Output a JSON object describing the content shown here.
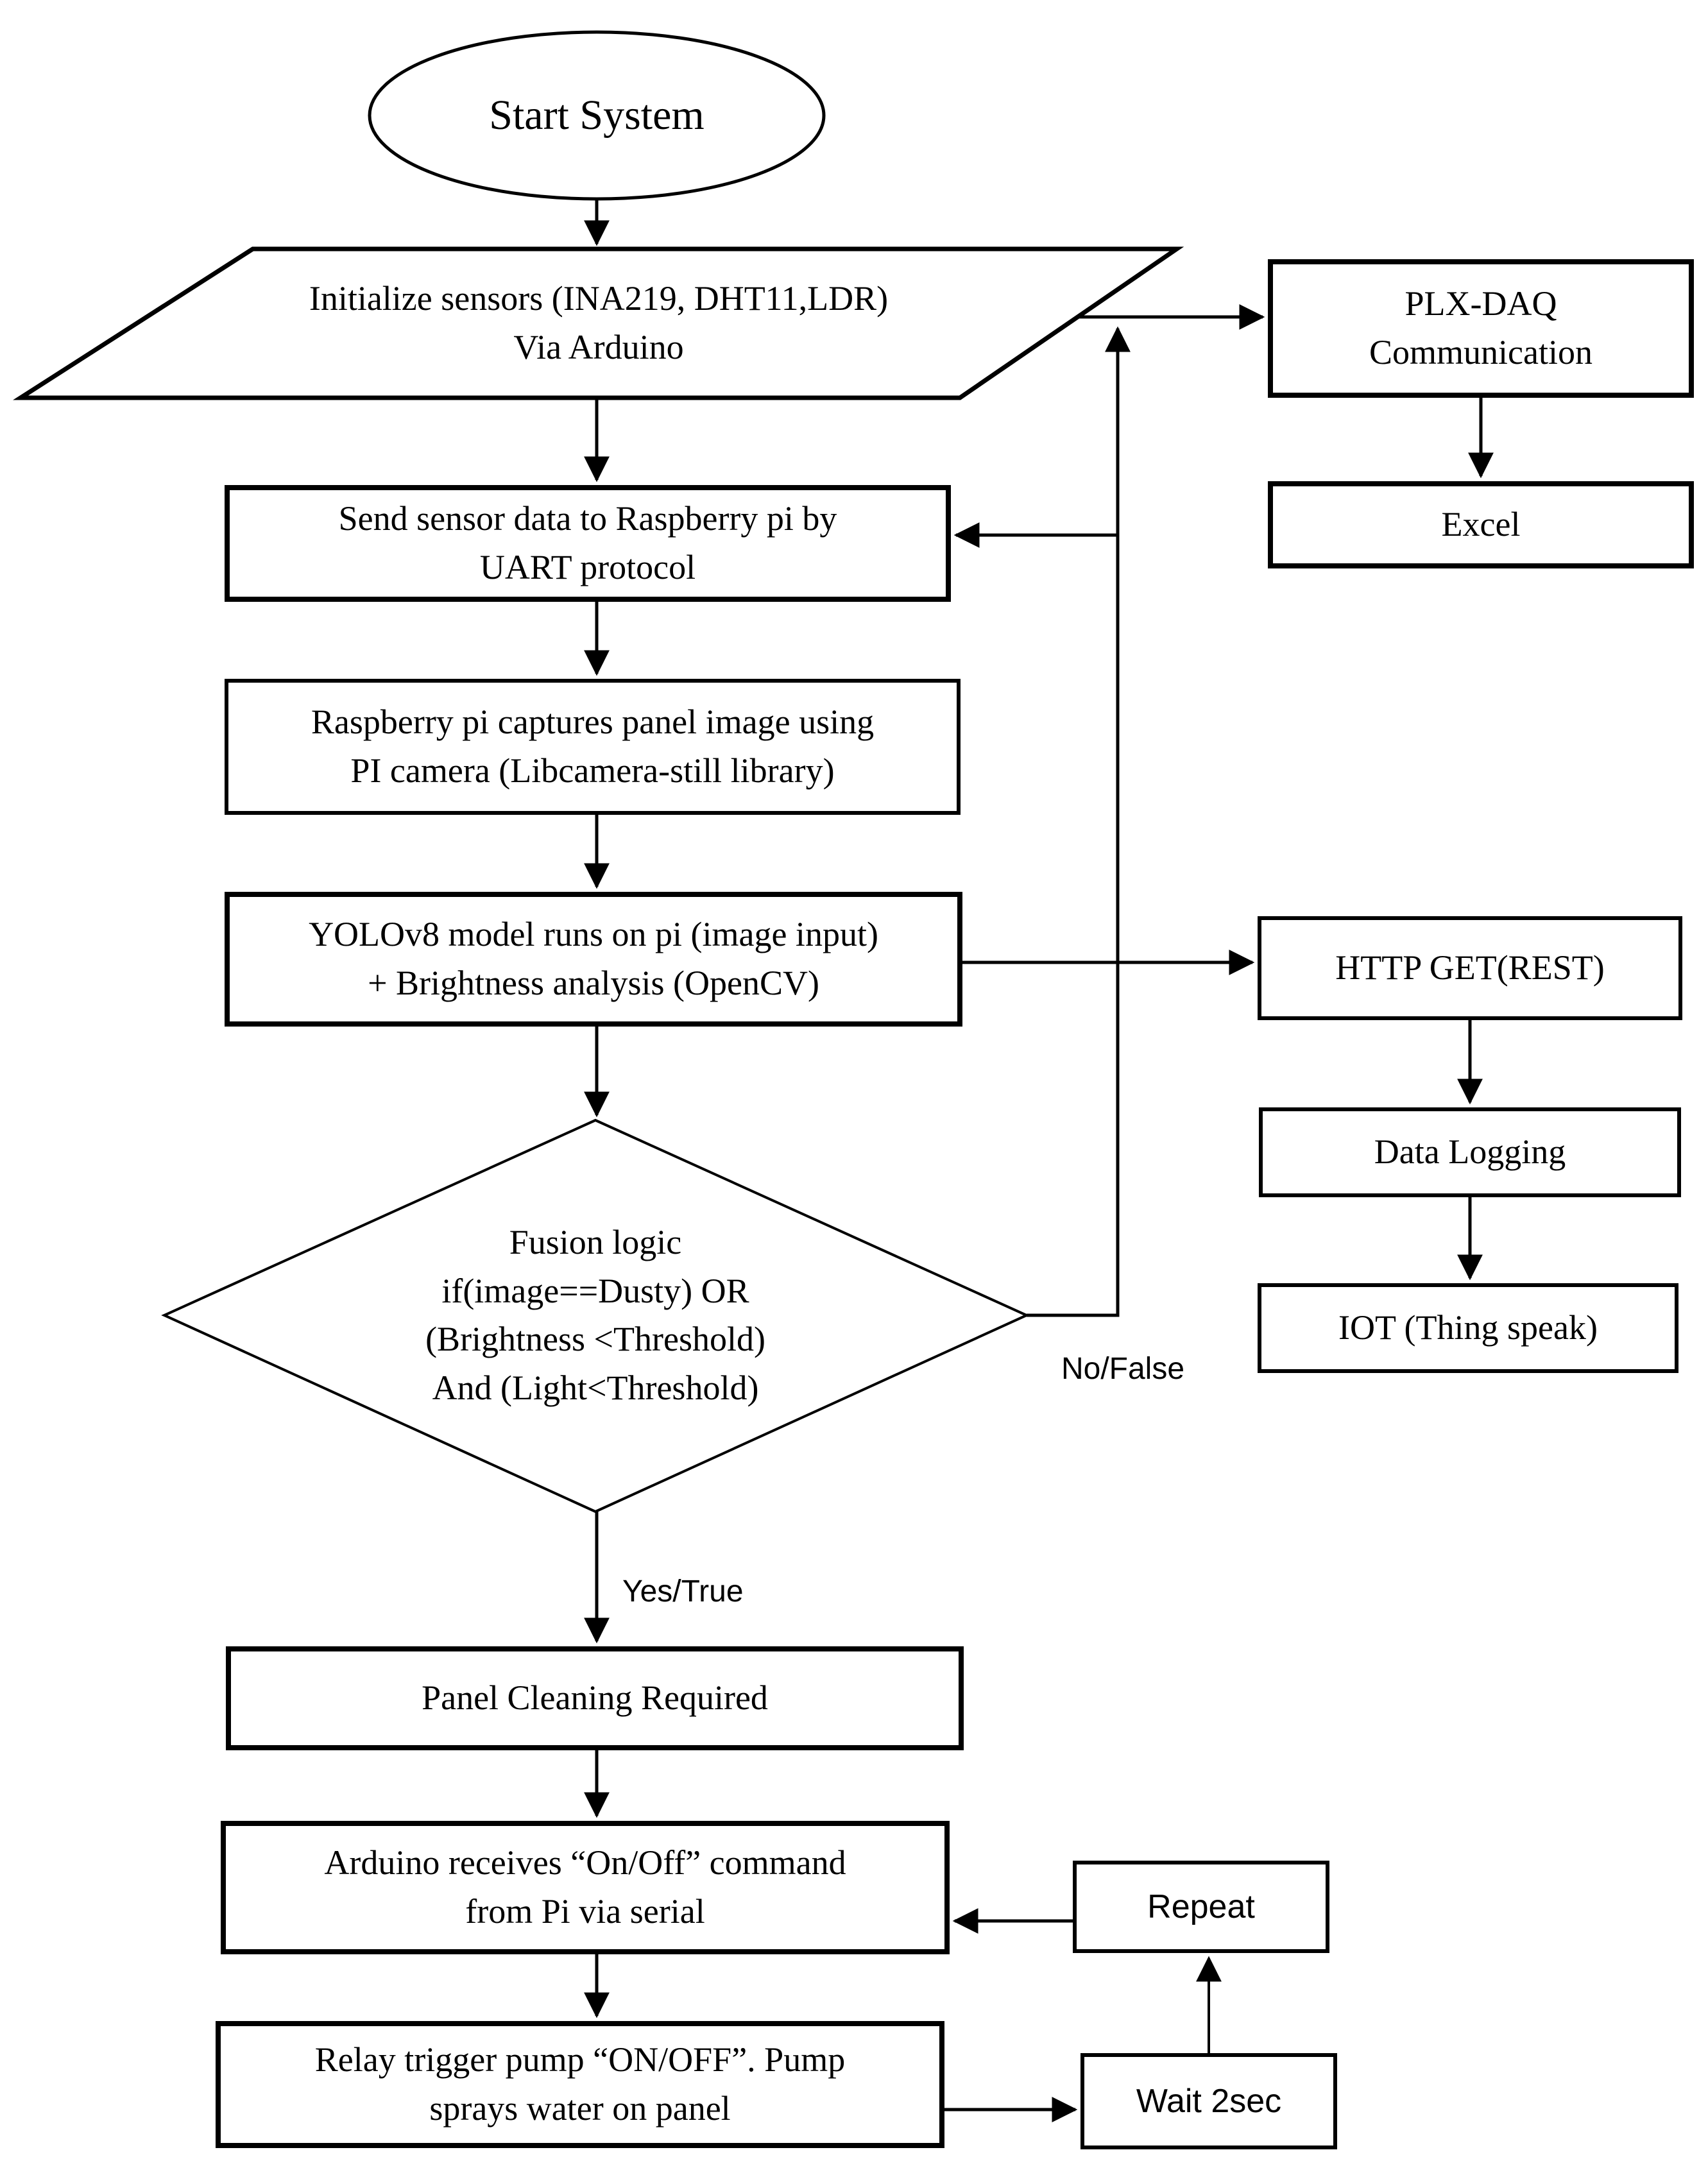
{
  "flowchart": {
    "nodes": {
      "start": {
        "shape": "ellipse",
        "label": "Start System"
      },
      "init_sensors": {
        "shape": "parallelogram",
        "label": "Initialize sensors (INA219, DHT11,LDR)\nVia Arduino"
      },
      "send_data": {
        "shape": "process",
        "label": "Send sensor data to Raspberry pi by\nUART protocol"
      },
      "capture_image": {
        "shape": "process",
        "label": "Raspberry pi captures panel image using\nPI camera (Libcamera-still library)"
      },
      "yolo_model": {
        "shape": "process",
        "label": "YOLOv8 model runs on pi (image input)\n+ Brightness analysis (OpenCV)"
      },
      "fusion_logic": {
        "shape": "decision",
        "label": "Fusion logic\nif(image==Dusty) OR\n(Brightness <Threshold)\nAnd (Light<Threshold)"
      },
      "panel_cleaning": {
        "shape": "process",
        "label": "Panel Cleaning Required"
      },
      "arduino_receives": {
        "shape": "process",
        "label": "Arduino receives “On/Off”  command\nfrom Pi via serial"
      },
      "relay_pump": {
        "shape": "process",
        "label": "Relay trigger pump “ON/OFF”. Pump\nsprays water on panel"
      },
      "plx_daq": {
        "shape": "process",
        "label": "PLX-DAQ\nCommunication"
      },
      "excel": {
        "shape": "process",
        "label": "Excel"
      },
      "http_get": {
        "shape": "process",
        "label": "HTTP GET(REST)"
      },
      "data_logging": {
        "shape": "process",
        "label": "Data Logging"
      },
      "iot": {
        "shape": "process",
        "label": "IOT (Thing speak)"
      },
      "repeat": {
        "shape": "process",
        "label": "Repeat"
      },
      "wait": {
        "shape": "process",
        "label": "Wait 2sec"
      }
    },
    "edge_labels": {
      "yes": "Yes/True",
      "no": "No/False"
    },
    "colors": {
      "stroke": "#000000",
      "background": "#ffffff"
    }
  }
}
